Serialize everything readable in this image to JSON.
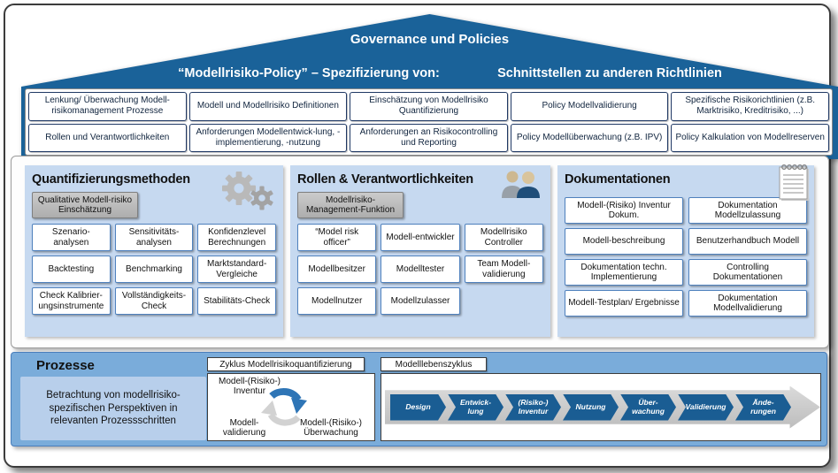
{
  "roof": {
    "title": "Governance und Policies",
    "left_heading": "“Modellrisiko-Policy” – Spezifizierung von:",
    "right_heading": "Schnittstellen zu anderen Richtlinien",
    "boxes": [
      "Lenkung/ Überwachung Modell-risikomanagement Prozesse",
      "Modell und Modellrisiko Definitionen",
      "Einschätzung von Modellrisiko Quantifizierung",
      "Policy Modellvalidierung",
      "Spezifische Risikorichtlinien (z.B. Marktrisiko, Kreditrisiko, ...)",
      "Rollen und Verantwortlichkeiten",
      "Anforderungen Modellentwick-lung, -implementierung, -nutzung",
      "Anforderungen an Risikocontrolling und Reporting",
      "Policy Modellüberwachung (z.B. IPV)",
      "Policy Kalkulation von Modellreserven"
    ]
  },
  "mid": {
    "quant": {
      "title": "Quantifizierungsmethoden",
      "highlight": "Qualitative Modell-risiko Einschätzung",
      "boxes": [
        "Szenario-analysen",
        "Sensitivitäts-analysen",
        "Konfidenzlevel Berechnungen",
        "Backtesting",
        "Benchmarking",
        "Marktstandard-Vergleiche",
        "Check Kalibrier-ungsinstrumente",
        "Vollständigkeits-Check",
        "Stabilitäts-Check"
      ]
    },
    "roles": {
      "title": "Rollen & Verantwortlichkeiten",
      "highlight": "Modellrisiko-Management-Funktion",
      "boxes": [
        "“Model risk officer”",
        "Modell-entwickler",
        "Modellrisiko Controller",
        "Modellbesitzer",
        "Modelltester",
        "Team Modell-validierung",
        "Modellnutzer",
        "Modellzulasser"
      ]
    },
    "docs": {
      "title": "Dokumentationen",
      "boxes": [
        "Modell-(Risiko) Inventur Dokum.",
        "Dokumentation Modellzulassung",
        "Modell-beschreibung",
        "Benutzerhandbuch Modell",
        "Dokumentation techn. Implementierung",
        "Controlling Dokumentationen",
        "Modell-Testplan/ Ergebnisse",
        "Dokumentation Modellvalidierung"
      ]
    }
  },
  "bottom": {
    "title": "Prozesse",
    "description": "Betrachtung von modellrisiko-spezifischen Perspektiven in relevanten Prozessschritten",
    "tab_quant": "Zyklus Modellrisikoquantifizierung",
    "tab_lifecycle": "Modelllebenszyklus",
    "cycle": [
      "Modell-(Risiko-) Inventur",
      "Modell-validierung",
      "Modell-(Risiko-) Überwachung"
    ],
    "lifecycle": [
      "Design",
      "Entwick-lung",
      "(Risiko-) Inventur",
      "Nutzung",
      "Über-wachung",
      "Validierung",
      "Ände-rungen"
    ]
  },
  "icons": {
    "quant": "gears-icon",
    "roles": "people-icon",
    "docs": "notepad-icon",
    "cycle": "circular-arrows-icon"
  },
  "colors": {
    "roof_blue": "#1a6299",
    "panel_blue": "#c6d9f0",
    "box_border": "#4f81bd",
    "gray_box": "#adadad",
    "bottom_blue": "#7aacda",
    "desc_blue": "#b8cfeb",
    "chevron_blue": "#1a5d93"
  }
}
